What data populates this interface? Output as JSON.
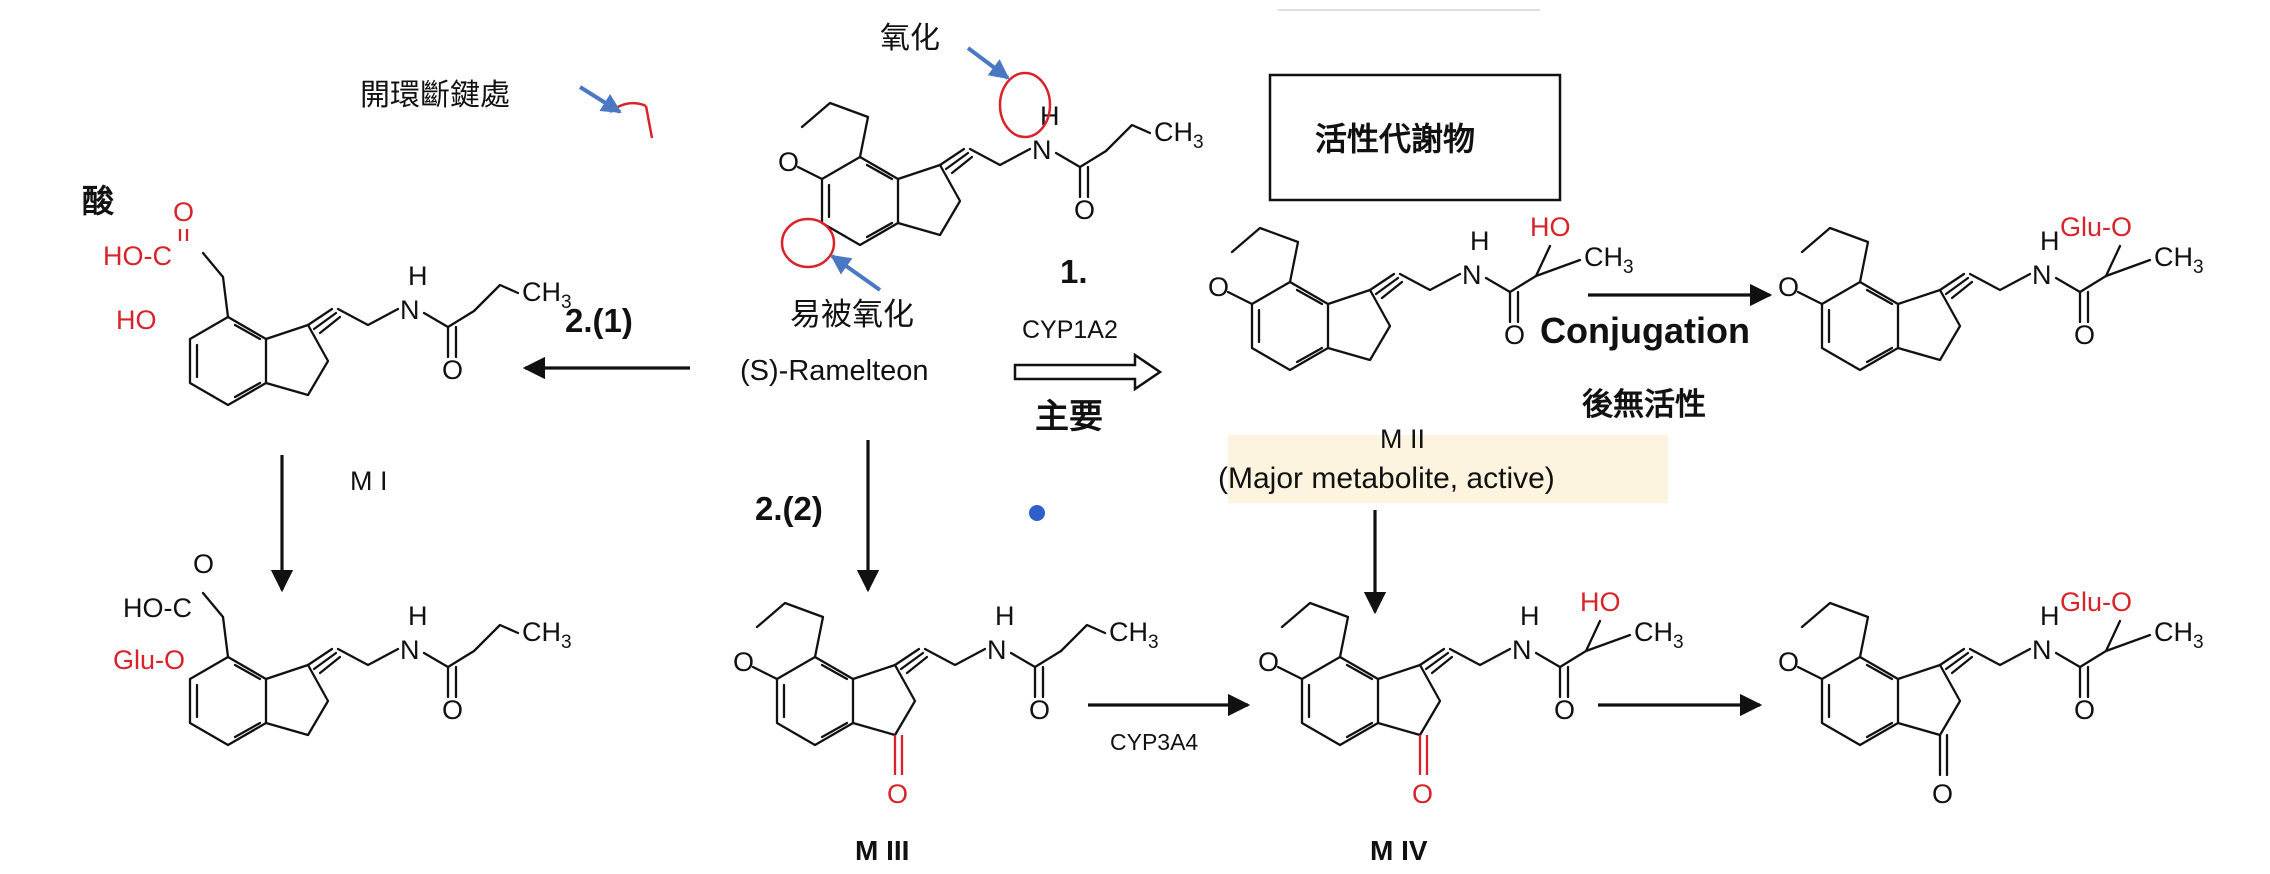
{
  "labels": {
    "oxidation": "氧化",
    "ring_cleavage": "開環斷鍵處",
    "easily_oxidized": "易被氧化",
    "active_metabolite_box": "活性代謝物",
    "acid": "酸",
    "parent": "(S)-Ramelteon",
    "step1": "1.",
    "cyp1a2": "CYP1A2",
    "major": "主要",
    "step2_1": "2.(1)",
    "step2_2": "2.(2)",
    "conjugation": "Conjugation",
    "inactive_after": "後無活性",
    "cyp3a4": "CYP3A4",
    "m1": "M I",
    "m2": "M II",
    "m2_note": "(Major metabolite, active)",
    "m3": "M III",
    "m4": "M IV"
  },
  "atoms": {
    "o": "O",
    "n": "N",
    "h": "H",
    "ho": "HO",
    "ch3": "CH",
    "three": "3",
    "glu_o": "Glu-O",
    "ho_c": "HO-C"
  },
  "colors": {
    "metabolite_red": "#d8232a",
    "pointer_blue": "#4a78c2",
    "highlight": "#fdf3dc",
    "dot": "#2f5fc8"
  }
}
